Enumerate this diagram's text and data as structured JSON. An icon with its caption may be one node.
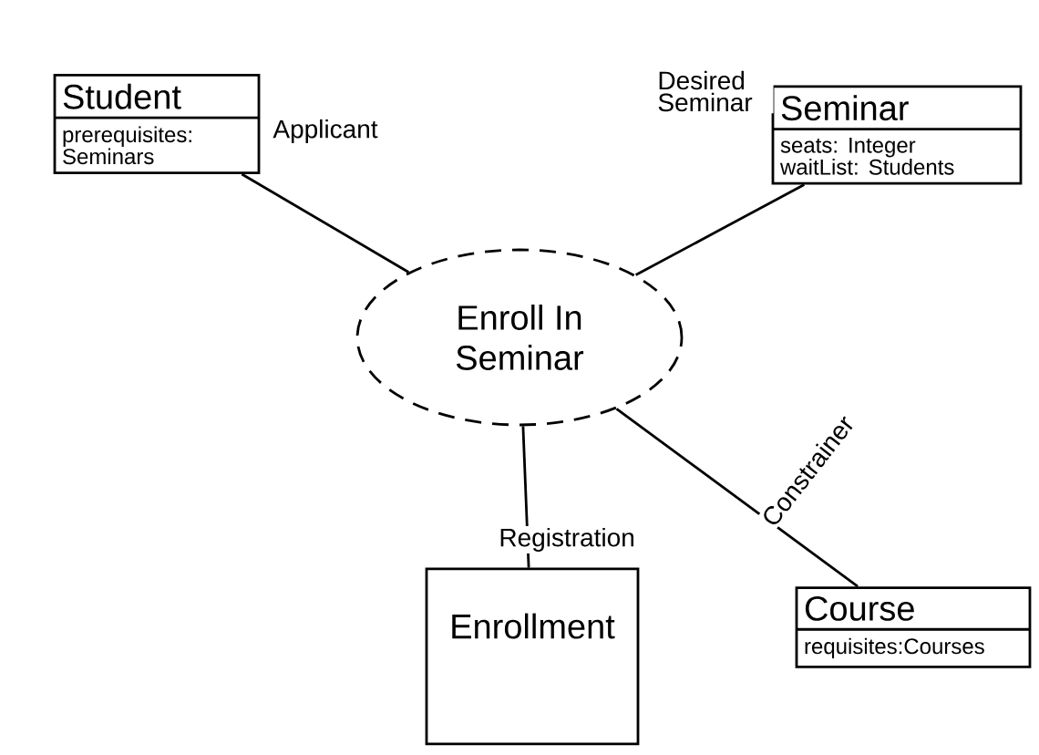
{
  "diagram": {
    "nodes": [
      {
        "text": [
          "Student",
          "prerequisites: Seminars"
        ]
      },
      {
        "text": [
          "Seminar",
          "seats: Integer",
          "waitList: Students"
        ]
      },
      {
        "text": [
          "Enroll In Seminar"
        ]
      },
      {
        "text": [
          "Enrollment"
        ]
      },
      {
        "text": [
          "Course",
          "requisites:Courses"
        ]
      }
    ],
    "edges": [
      {
        "from": 0,
        "to": 2,
        "arrow": "none",
        "label": "Applicant"
      },
      {
        "from": 1,
        "to": 2,
        "arrow": "none",
        "label": "Desired Seminar"
      },
      {
        "from": 3,
        "to": 2,
        "arrow": "none",
        "label": "Registration"
      },
      {
        "from": 4,
        "to": 2,
        "arrow": "none",
        "label": "Constrainer"
      }
    ]
  }
}
